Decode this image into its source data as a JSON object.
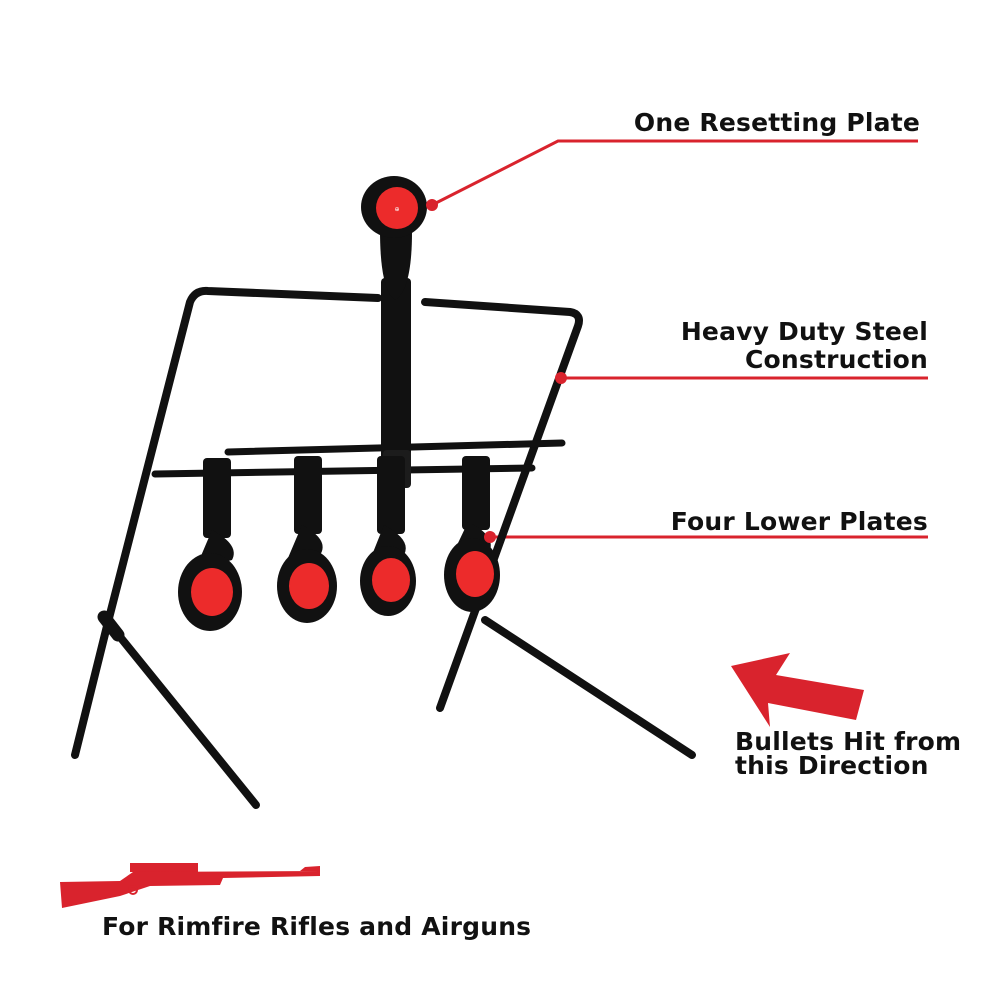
{
  "callouts": {
    "resetting_plate": "One Resetting Plate",
    "steel_line1": "Heavy Duty Steel",
    "steel_line2": "Construction",
    "lower_plates": "Four Lower Plates",
    "bullets_line1": "Bullets Hit from",
    "bullets_line2": "this Direction",
    "rimfire": "For Rimfire Rifles and Airguns"
  },
  "icons": {
    "arrow": "arrow-up-left-icon",
    "rifle": "rifle-icon"
  },
  "colors": {
    "accent_red": "#d9232d",
    "plate_red": "#ec2b2b",
    "steel": "#111111",
    "text": "#111111",
    "background": "#ffffff"
  }
}
